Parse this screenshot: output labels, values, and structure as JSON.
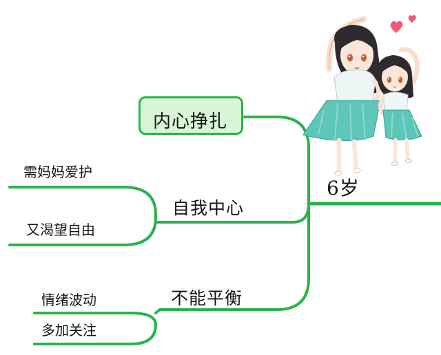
{
  "mindmap": {
    "root": "6岁",
    "branches": [
      {
        "label": "内心挣扎",
        "children": []
      },
      {
        "label": "自我中心",
        "children": [
          "需妈妈爱护",
          "又渴望自由"
        ]
      },
      {
        "label": "不能平衡",
        "children": [
          "情绪波动",
          "多加关注"
        ]
      }
    ]
  },
  "colors": {
    "branch_line": "#2bb34b",
    "box_fill": "#d8f6d6",
    "text": "#151515"
  },
  "illustration": {
    "name": "two-girls-dancing",
    "hearts": 2
  }
}
